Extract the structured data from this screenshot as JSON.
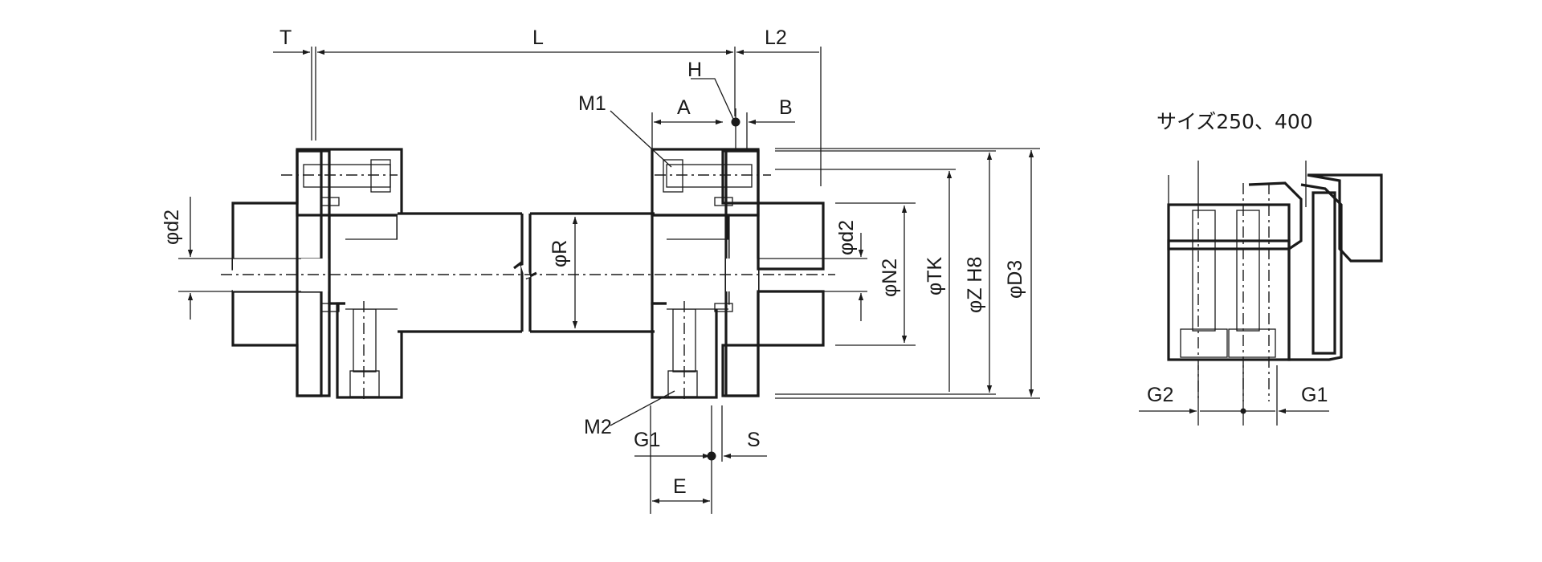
{
  "labels": {
    "T": "T",
    "L": "L",
    "L2": "L2",
    "H": "H",
    "A": "A",
    "B": "B",
    "M1": "M1",
    "M2": "M2",
    "G1": "G1",
    "S": "S",
    "E": "E",
    "phi_d2_left": "φd2",
    "phi_R": "φR",
    "phi_d2": "φd2",
    "phi_N2": "φN2",
    "phi_TK": "φTK",
    "phi_Z_H8": "φZ H8",
    "phi_D3": "φD3"
  },
  "detail": {
    "title": "サイズ250、400",
    "G2": "G2",
    "G1": "G1"
  }
}
